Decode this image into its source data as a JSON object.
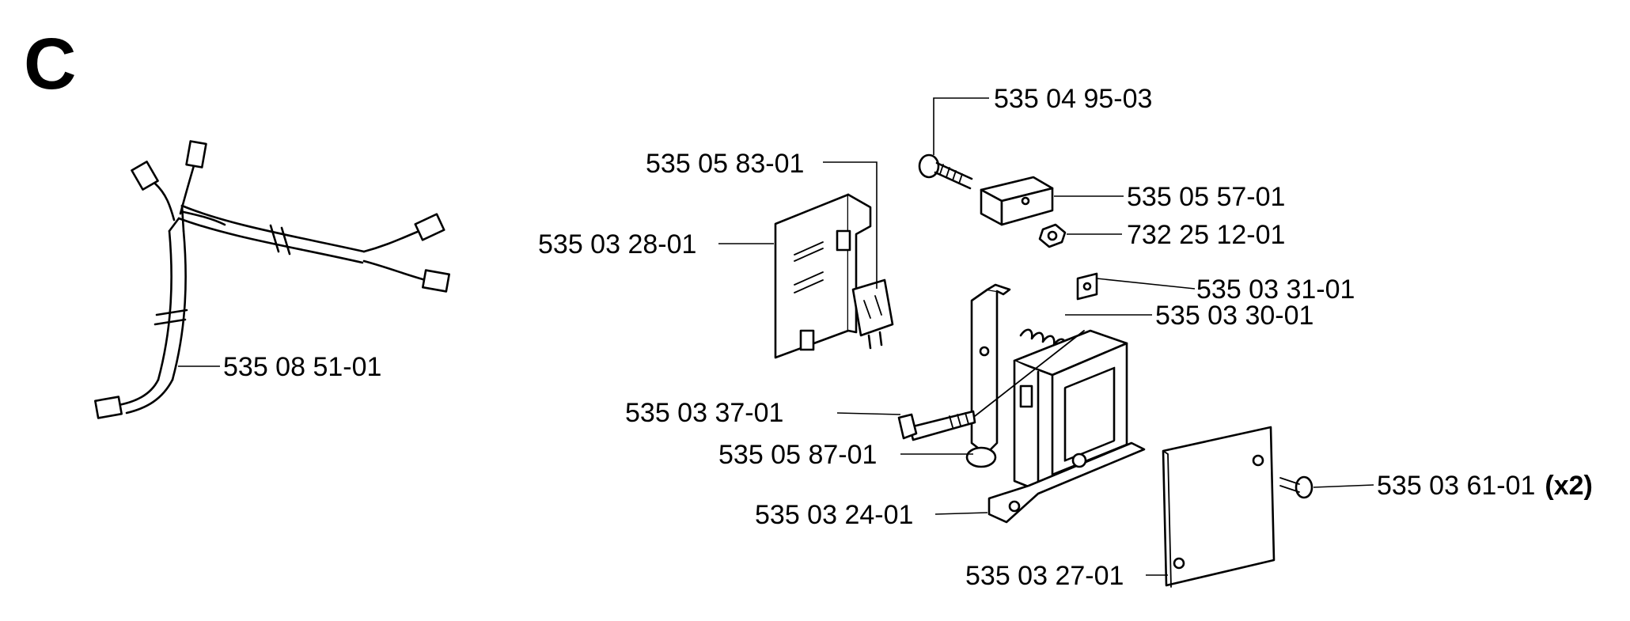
{
  "section_letter": "C",
  "parts": [
    {
      "id": "harness",
      "number": "535 08 51-01",
      "qty": ""
    },
    {
      "id": "screw-top",
      "number": "535 04 95-03",
      "qty": ""
    },
    {
      "id": "switch",
      "number": "535 05 83-01",
      "qty": ""
    },
    {
      "id": "bracket",
      "number": "535 05 57-01",
      "qty": ""
    },
    {
      "id": "cover-plate",
      "number": "535 03 28-01",
      "qty": ""
    },
    {
      "id": "nut",
      "number": "732 25 12-01",
      "qty": ""
    },
    {
      "id": "washer",
      "number": "535 03 31-01",
      "qty": ""
    },
    {
      "id": "spring",
      "number": "535 03 30-01",
      "qty": ""
    },
    {
      "id": "bolt",
      "number": "535 03 37-01",
      "qty": ""
    },
    {
      "id": "lever",
      "number": "535 05 87-01",
      "qty": ""
    },
    {
      "id": "screw-small",
      "number": "535 03 61-01",
      "qty": "(x2)"
    },
    {
      "id": "housing",
      "number": "535 03 24-01",
      "qty": ""
    },
    {
      "id": "lid-plate",
      "number": "535 03 27-01",
      "qty": ""
    }
  ]
}
